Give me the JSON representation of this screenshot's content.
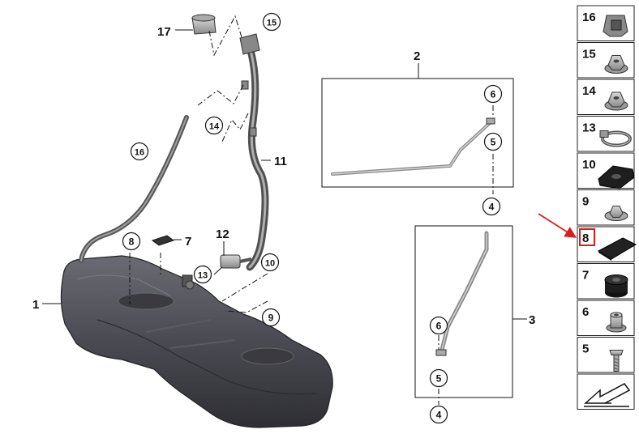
{
  "callouts": [
    {
      "id": "c1",
      "text": "1"
    },
    {
      "id": "c2",
      "text": "2"
    },
    {
      "id": "c3",
      "text": "3"
    },
    {
      "id": "c7",
      "text": "7"
    },
    {
      "id": "c11",
      "text": "11"
    },
    {
      "id": "c12",
      "text": "12"
    },
    {
      "id": "c17",
      "text": "17"
    }
  ],
  "circled_labels": [
    {
      "id": "o15",
      "text": "15"
    },
    {
      "id": "o14",
      "text": "14"
    },
    {
      "id": "o16",
      "text": "16"
    },
    {
      "id": "o8",
      "text": "8"
    },
    {
      "id": "o13",
      "text": "13"
    },
    {
      "id": "o10",
      "text": "10"
    },
    {
      "id": "o9",
      "text": "9"
    },
    {
      "id": "o6a",
      "text": "6"
    },
    {
      "id": "o5a",
      "text": "5"
    },
    {
      "id": "o4a",
      "text": "4"
    },
    {
      "id": "o6b",
      "text": "6"
    },
    {
      "id": "o5b",
      "text": "5"
    },
    {
      "id": "o4b",
      "text": "4"
    }
  ],
  "parts_column": [
    {
      "number": "16",
      "icon": "clip-icon",
      "highlighted": false
    },
    {
      "number": "15",
      "icon": "hex-nut-icon",
      "highlighted": false
    },
    {
      "number": "14",
      "icon": "hex-nut-icon",
      "highlighted": false
    },
    {
      "number": "13",
      "icon": "hose-clamp-icon",
      "highlighted": false
    },
    {
      "number": "10",
      "icon": "grommet-icon",
      "highlighted": false
    },
    {
      "number": "9",
      "icon": "flange-nut-icon",
      "highlighted": false
    },
    {
      "number": "8",
      "icon": "rubber-pad-icon",
      "highlighted": true
    },
    {
      "number": "7",
      "icon": "rubber-buffer-icon",
      "highlighted": false
    },
    {
      "number": "6",
      "icon": "spacer-sleeve-icon",
      "highlighted": false
    },
    {
      "number": "5",
      "icon": "bolt-icon",
      "highlighted": false
    },
    {
      "number": "",
      "icon": "navigation-arrow-icon",
      "highlighted": false
    }
  ],
  "colors": {
    "highlight": "#d81e1e",
    "tank": "#4a4a52",
    "line": "#111111",
    "strap": "#9a9a9a"
  }
}
